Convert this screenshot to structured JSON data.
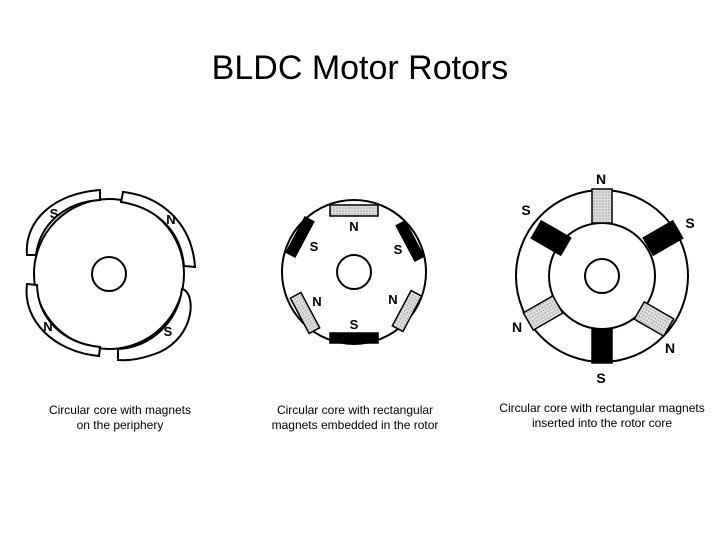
{
  "title": "BLDC Motor Rotors",
  "diagrams": [
    {
      "labels": [
        "S",
        "N",
        "N",
        "S"
      ],
      "caption": [
        "Circular core with magnets",
        "on the periphery"
      ]
    },
    {
      "labels": [
        "N",
        "S",
        "S",
        "N",
        "N",
        "S"
      ],
      "caption": [
        "Circular core with rectangular",
        "magnets embedded in the rotor"
      ]
    },
    {
      "labels": [
        "N",
        "S",
        "S",
        "N",
        "N",
        "S"
      ],
      "caption": [
        "Circular core with rectangular magnets",
        "inserted into the rotor core"
      ]
    }
  ],
  "colors": {
    "north_magnet": "#d4d4d4",
    "south_magnet": "#000000",
    "line": "#000000"
  }
}
